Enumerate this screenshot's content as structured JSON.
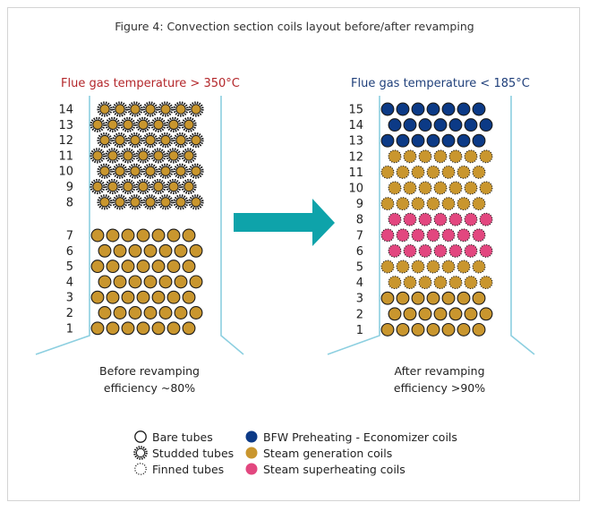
{
  "title": "Figure 4: Convection section coils layout before/after revamping",
  "before": {
    "temperature_label": "Flue gas temperature > 350°C",
    "caption_line1": "Before revamping",
    "caption_line2": "efficiency ~80%",
    "rows": [
      {
        "label": "14",
        "tube": "studded",
        "coil": "steam-generation"
      },
      {
        "label": "13",
        "tube": "studded",
        "coil": "steam-generation"
      },
      {
        "label": "12",
        "tube": "studded",
        "coil": "steam-generation"
      },
      {
        "label": "11",
        "tube": "studded",
        "coil": "steam-generation"
      },
      {
        "label": "10",
        "tube": "studded",
        "coil": "steam-generation"
      },
      {
        "label": "9",
        "tube": "studded",
        "coil": "steam-generation"
      },
      {
        "label": "8",
        "tube": "studded",
        "coil": "steam-generation"
      },
      {
        "label": "7",
        "tube": "bare",
        "coil": "steam-generation"
      },
      {
        "label": "6",
        "tube": "bare",
        "coil": "steam-generation"
      },
      {
        "label": "5",
        "tube": "bare",
        "coil": "steam-generation"
      },
      {
        "label": "4",
        "tube": "bare",
        "coil": "steam-generation"
      },
      {
        "label": "3",
        "tube": "bare",
        "coil": "steam-generation"
      },
      {
        "label": "2",
        "tube": "bare",
        "coil": "steam-generation"
      },
      {
        "label": "1",
        "tube": "bare",
        "coil": "steam-generation"
      }
    ]
  },
  "after": {
    "temperature_label": "Flue gas temperature < 185°C",
    "caption_line1": "After revamping",
    "caption_line2": "efficiency >90%",
    "rows": [
      {
        "label": "15",
        "tube": "bare",
        "coil": "bfw-preheating"
      },
      {
        "label": "14",
        "tube": "bare",
        "coil": "bfw-preheating"
      },
      {
        "label": "13",
        "tube": "bare",
        "coil": "bfw-preheating"
      },
      {
        "label": "12",
        "tube": "finned",
        "coil": "steam-generation"
      },
      {
        "label": "11",
        "tube": "finned",
        "coil": "steam-generation"
      },
      {
        "label": "10",
        "tube": "finned",
        "coil": "steam-generation"
      },
      {
        "label": "9",
        "tube": "finned",
        "coil": "steam-generation"
      },
      {
        "label": "8",
        "tube": "finned",
        "coil": "steam-superheating"
      },
      {
        "label": "7",
        "tube": "finned",
        "coil": "steam-superheating"
      },
      {
        "label": "6",
        "tube": "finned",
        "coil": "steam-superheating"
      },
      {
        "label": "5",
        "tube": "finned",
        "coil": "steam-generation"
      },
      {
        "label": "4",
        "tube": "finned",
        "coil": "steam-generation"
      },
      {
        "label": "3",
        "tube": "bare",
        "coil": "steam-generation"
      },
      {
        "label": "2",
        "tube": "bare",
        "coil": "steam-generation"
      },
      {
        "label": "1",
        "tube": "bare",
        "coil": "steam-generation"
      }
    ]
  },
  "legend": {
    "tube_types": [
      {
        "key": "bare",
        "label": "Bare tubes"
      },
      {
        "key": "studded",
        "label": "Studded tubes"
      },
      {
        "key": "finned",
        "label": "Finned tubes"
      }
    ],
    "coil_types": [
      {
        "key": "bfw-preheating",
        "label": "BFW Preheating - Economizer coils"
      },
      {
        "key": "steam-generation",
        "label": "Steam generation coils"
      },
      {
        "key": "steam-superheating",
        "label": "Steam superheating coils"
      }
    ]
  },
  "colors": {
    "bfw-preheating": "#0c3a86",
    "steam-generation": "#c9962e",
    "steam-superheating": "#e2477f",
    "arrow": "#0ea3aa",
    "wall": "#8ccfe0",
    "outline": "#1a1a1a"
  }
}
